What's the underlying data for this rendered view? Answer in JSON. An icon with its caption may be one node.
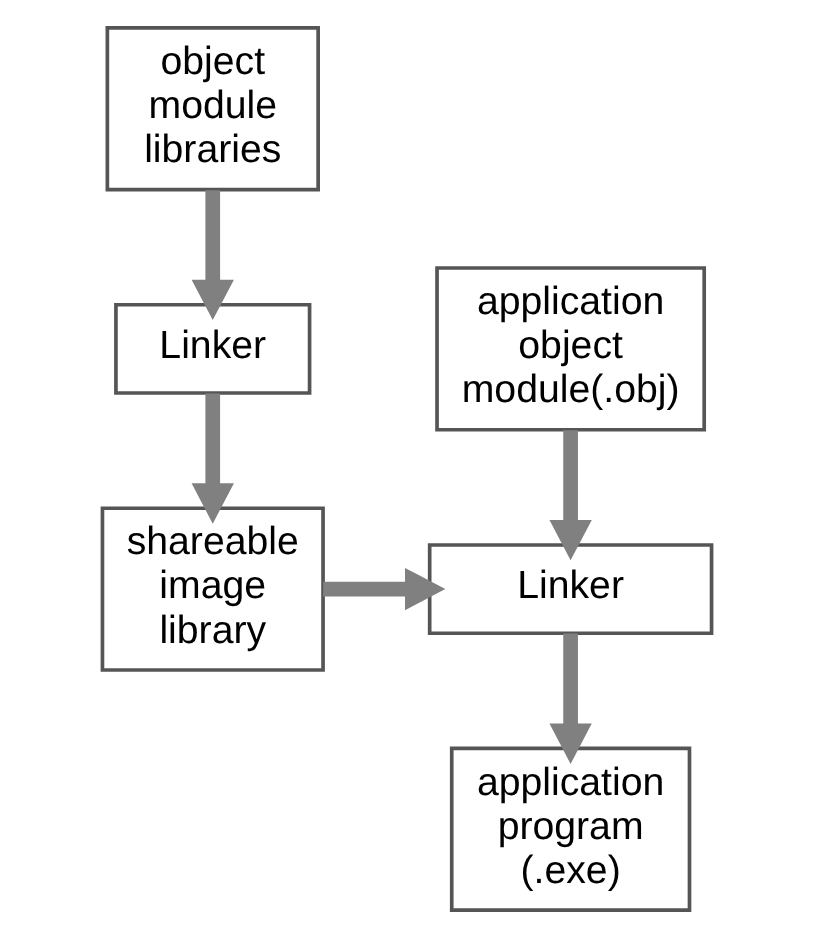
{
  "diagram": {
    "nodes": [
      {
        "text": [
          "object module libraries"
        ]
      },
      {
        "text": [
          "Linker"
        ]
      },
      {
        "text": [
          "shareable image library"
        ]
      },
      {
        "text": [
          "application object module(.obj)"
        ]
      },
      {
        "text": [
          "Linker"
        ]
      },
      {
        "text": [
          "application program (.exe)"
        ]
      }
    ],
    "edges": [
      {
        "from": 0,
        "to": 1,
        "arrow": "to"
      },
      {
        "from": 1,
        "to": 2,
        "arrow": "to"
      },
      {
        "from": 2,
        "to": 4,
        "arrow": "to"
      },
      {
        "from": 3,
        "to": 4,
        "arrow": "to"
      },
      {
        "from": 4,
        "to": 5,
        "arrow": "to"
      }
    ]
  }
}
